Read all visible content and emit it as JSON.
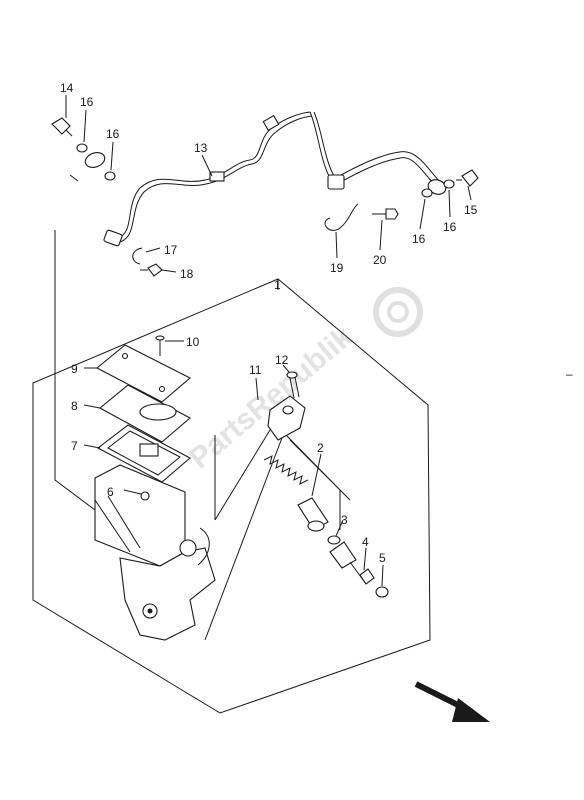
{
  "watermark": "PartsRepublik",
  "callouts": {
    "c1": "1",
    "c2": "2",
    "c3": "3",
    "c4": "4",
    "c5": "5",
    "c6": "6",
    "c7": "7",
    "c8": "8",
    "c9": "9",
    "c10": "10",
    "c11": "11",
    "c12": "12",
    "c13": "13",
    "c14": "14",
    "c15": "15",
    "c16": "16",
    "c17": "17",
    "c18": "18",
    "c19": "19",
    "c20": "20"
  },
  "side_mark": "–"
}
